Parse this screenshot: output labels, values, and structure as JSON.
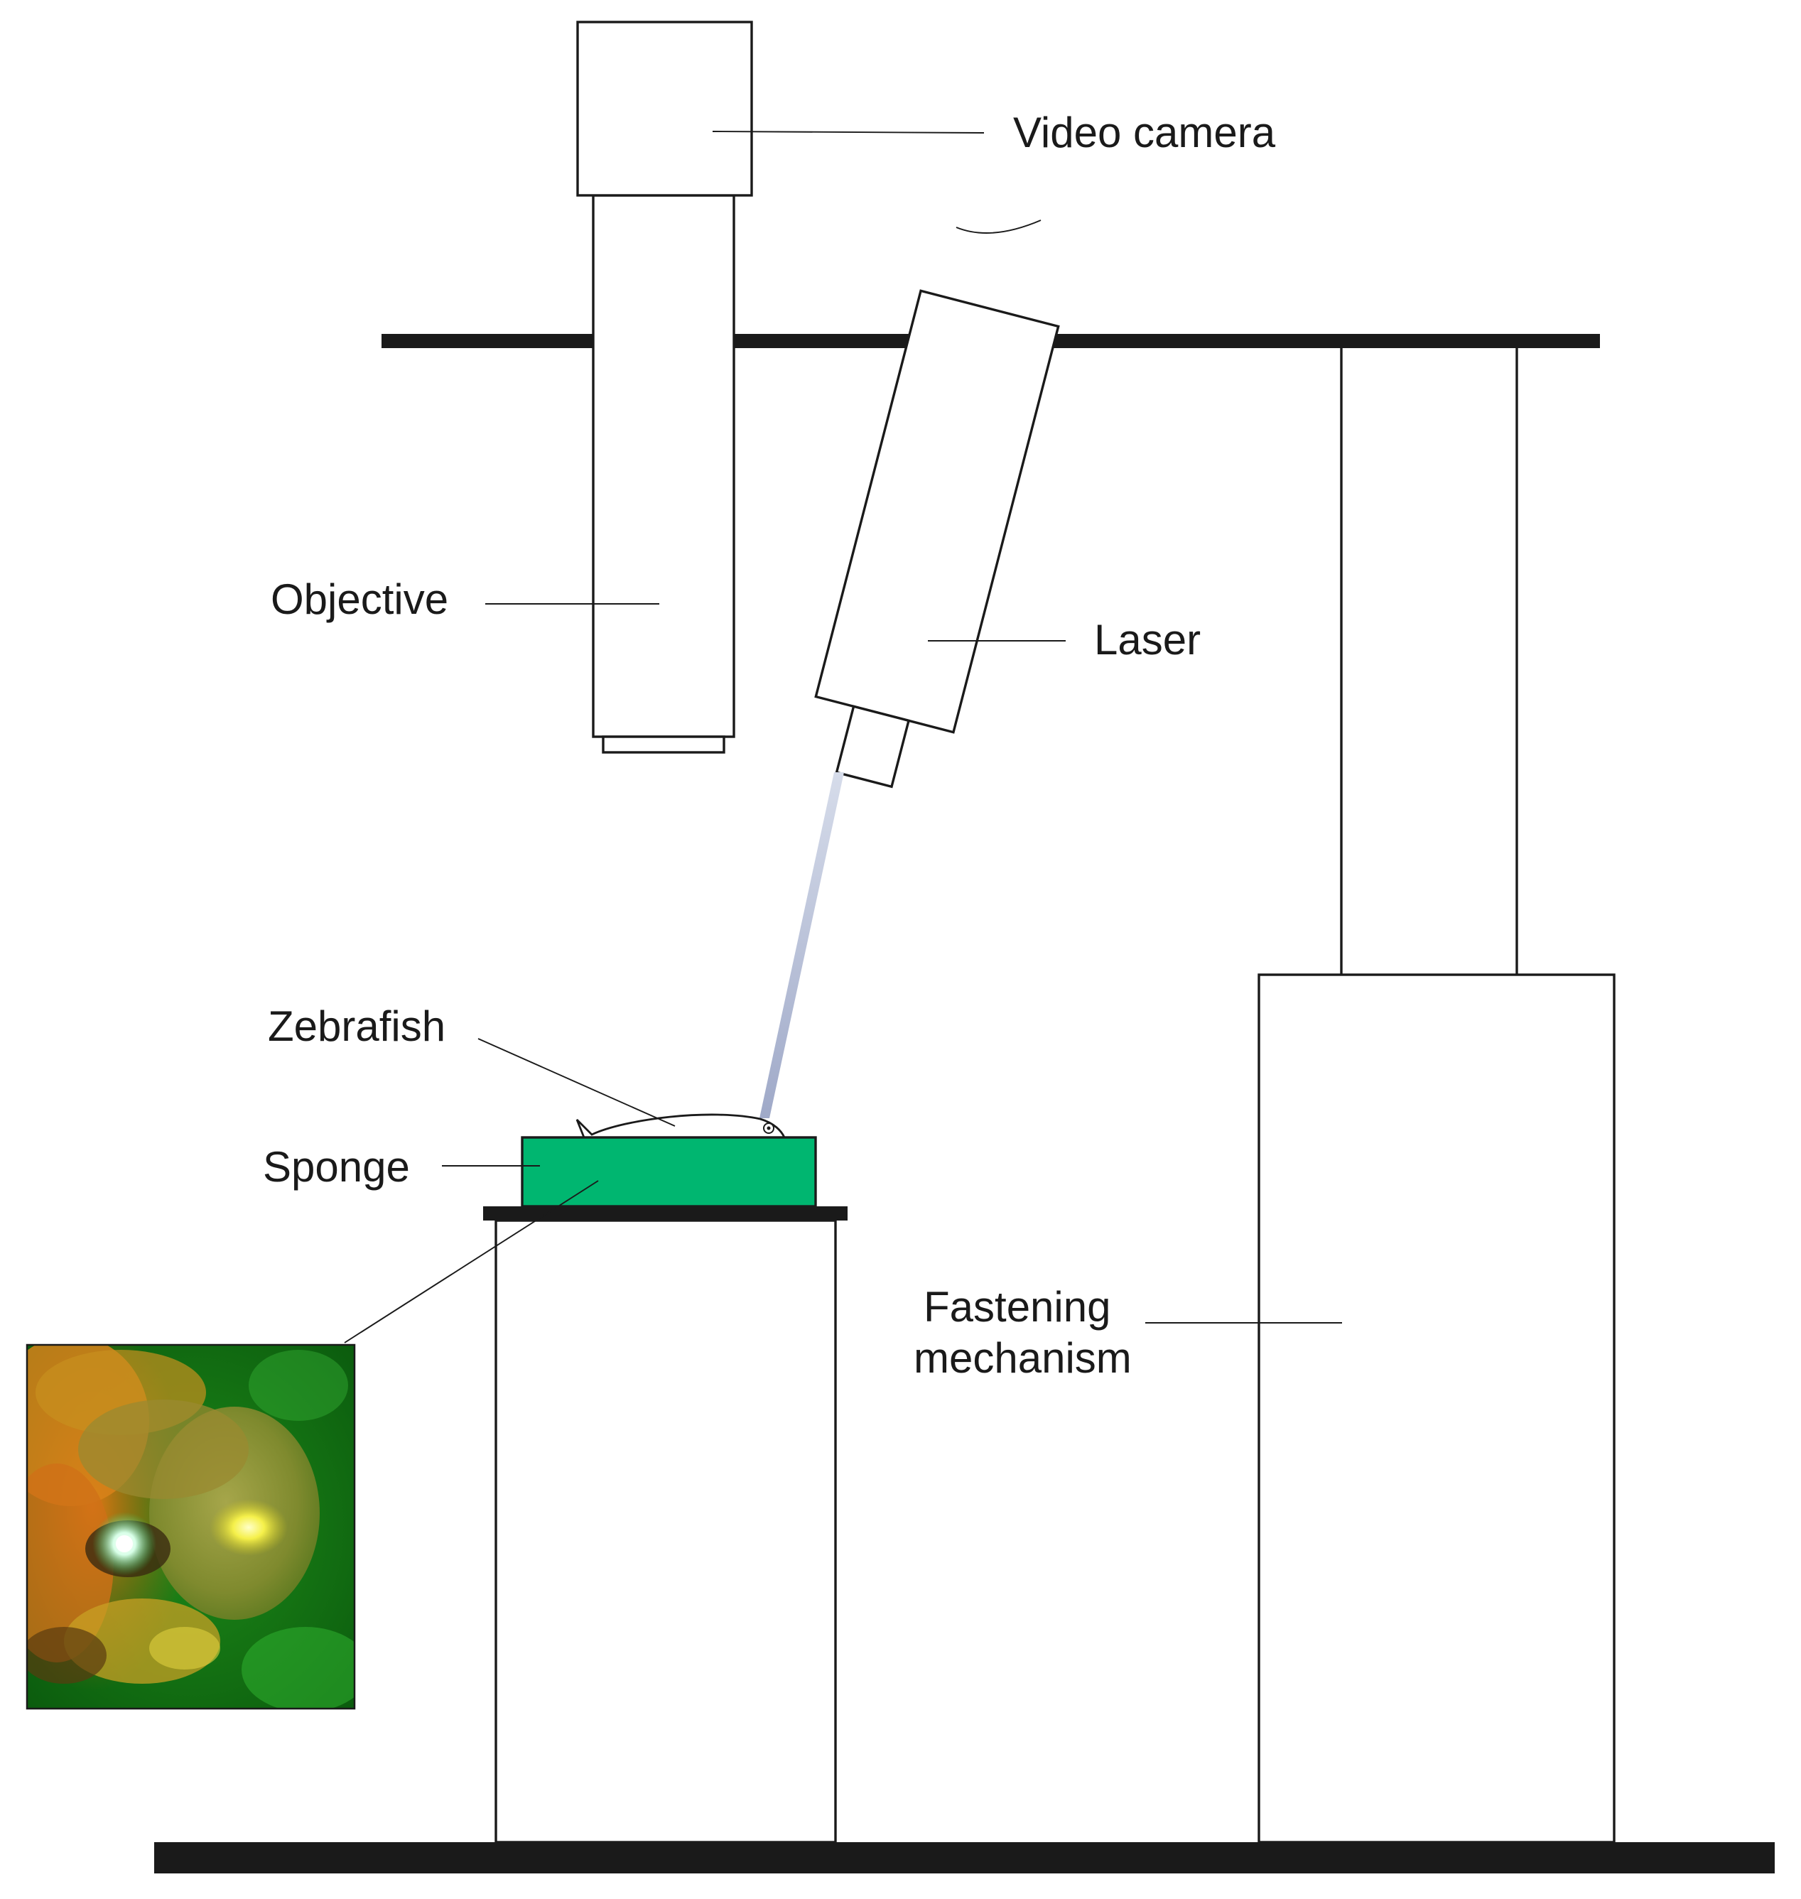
{
  "labels": {
    "video_camera": "Video camera",
    "objective": "Objective",
    "laser": "Laser",
    "zebrafish": "Zebrafish",
    "sponge": "Sponge",
    "fastening_line1": "Fastening",
    "fastening_line2": "mechanism"
  },
  "colors": {
    "sponge": "#00b670",
    "outline": "#1a1a1a",
    "laser_beam": "#b3bdd6",
    "background": "#ffffff"
  }
}
